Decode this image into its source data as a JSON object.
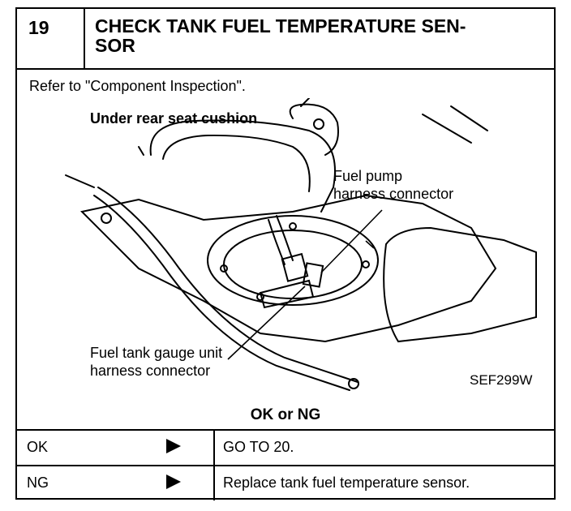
{
  "header": {
    "step_number": "19",
    "title_line1": "CHECK TANK FUEL TEMPERATURE SEN-",
    "title_line2": "SOR"
  },
  "instruction": "Refer to \"Component Inspection\".",
  "figure": {
    "label_location": "Under rear seat cushion",
    "label_pump_line1": "Fuel pump",
    "label_pump_line2": "harness connector",
    "label_gauge_line1": "Fuel tank gauge unit",
    "label_gauge_line2": "harness connector",
    "figure_code": "SEF299W"
  },
  "result_heading": "OK or NG",
  "results": [
    {
      "condition": "OK",
      "action": "GO TO 20."
    },
    {
      "condition": "NG",
      "action": "Replace tank fuel temperature sensor."
    }
  ]
}
